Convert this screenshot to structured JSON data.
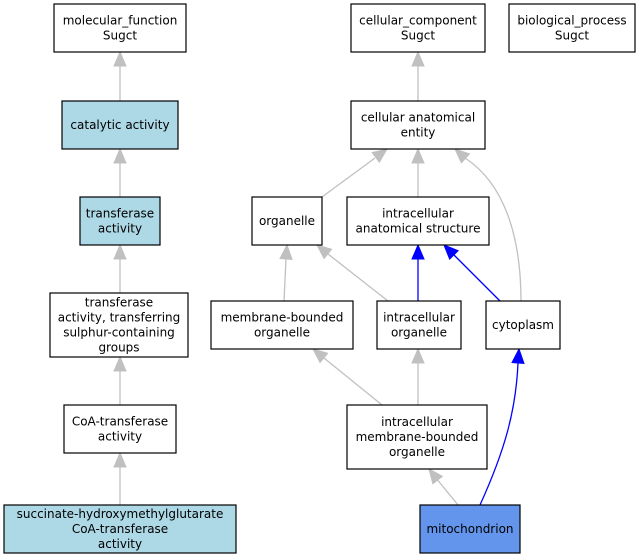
{
  "colors": {
    "default_fill": "#ffffff",
    "light_blue": "#add8e6",
    "selected": "#6495ed",
    "edge_gray": "#c0c0c0",
    "edge_blue": "#0000ff"
  },
  "nodes": [
    {
      "id": "molecular_function",
      "lines": [
        "molecular_function",
        "Sugct"
      ],
      "fill": "default_fill"
    },
    {
      "id": "cellular_component",
      "lines": [
        "cellular_component",
        "Sugct"
      ],
      "fill": "default_fill"
    },
    {
      "id": "biological_process",
      "lines": [
        "biological_process",
        "Sugct"
      ],
      "fill": "default_fill"
    },
    {
      "id": "catalytic_activity",
      "lines": [
        "catalytic activity"
      ],
      "fill": "light_blue"
    },
    {
      "id": "cellular_anatomical_entity",
      "lines": [
        "cellular anatomical",
        "entity"
      ],
      "fill": "default_fill"
    },
    {
      "id": "transferase_activity",
      "lines": [
        "transferase",
        "activity"
      ],
      "fill": "light_blue"
    },
    {
      "id": "organelle",
      "lines": [
        "organelle"
      ],
      "fill": "default_fill"
    },
    {
      "id": "intracellular_anatomical_structure",
      "lines": [
        "intracellular",
        "anatomical structure"
      ],
      "fill": "default_fill"
    },
    {
      "id": "transferase_sulphur",
      "lines": [
        "transferase",
        "activity, transferring",
        "sulphur-containing",
        "groups"
      ],
      "fill": "default_fill"
    },
    {
      "id": "membrane_bounded_organelle",
      "lines": [
        "membrane-bounded",
        "organelle"
      ],
      "fill": "default_fill"
    },
    {
      "id": "intracellular_organelle",
      "lines": [
        "intracellular",
        "organelle"
      ],
      "fill": "default_fill"
    },
    {
      "id": "cytoplasm",
      "lines": [
        "cytoplasm"
      ],
      "fill": "default_fill"
    },
    {
      "id": "coa_transferase",
      "lines": [
        "CoA-transferase",
        "activity"
      ],
      "fill": "default_fill"
    },
    {
      "id": "intracellular_membrane_bounded_organelle",
      "lines": [
        "intracellular",
        "membrane-bounded",
        "organelle"
      ],
      "fill": "default_fill"
    },
    {
      "id": "succinate_coa_transferase",
      "lines": [
        "succinate-hydroxymethylglutarate",
        "CoA-transferase",
        "activity"
      ],
      "fill": "light_blue"
    },
    {
      "id": "mitochondrion",
      "lines": [
        "mitochondrion"
      ],
      "fill": "selected"
    }
  ],
  "edges": [
    {
      "from": "catalytic_activity",
      "to": "molecular_function",
      "color": "edge_gray"
    },
    {
      "from": "transferase_activity",
      "to": "catalytic_activity",
      "color": "edge_gray"
    },
    {
      "from": "transferase_sulphur",
      "to": "transferase_activity",
      "color": "edge_gray"
    },
    {
      "from": "coa_transferase",
      "to": "transferase_sulphur",
      "color": "edge_gray"
    },
    {
      "from": "succinate_coa_transferase",
      "to": "coa_transferase",
      "color": "edge_gray"
    },
    {
      "from": "cellular_anatomical_entity",
      "to": "cellular_component",
      "color": "edge_gray"
    },
    {
      "from": "organelle",
      "to": "cellular_anatomical_entity",
      "color": "edge_gray"
    },
    {
      "from": "intracellular_anatomical_structure",
      "to": "cellular_anatomical_entity",
      "color": "edge_gray"
    },
    {
      "from": "cytoplasm",
      "to": "cellular_anatomical_entity",
      "color": "edge_gray"
    },
    {
      "from": "membrane_bounded_organelle",
      "to": "organelle",
      "color": "edge_gray"
    },
    {
      "from": "intracellular_organelle",
      "to": "organelle",
      "color": "edge_gray"
    },
    {
      "from": "intracellular_organelle",
      "to": "intracellular_anatomical_structure",
      "color": "edge_blue"
    },
    {
      "from": "cytoplasm",
      "to": "intracellular_anatomical_structure",
      "color": "edge_blue"
    },
    {
      "from": "intracellular_membrane_bounded_organelle",
      "to": "membrane_bounded_organelle",
      "color": "edge_gray"
    },
    {
      "from": "intracellular_membrane_bounded_organelle",
      "to": "intracellular_organelle",
      "color": "edge_gray"
    },
    {
      "from": "mitochondrion",
      "to": "intracellular_membrane_bounded_organelle",
      "color": "edge_gray"
    },
    {
      "from": "mitochondrion",
      "to": "cytoplasm",
      "color": "edge_blue"
    }
  ]
}
